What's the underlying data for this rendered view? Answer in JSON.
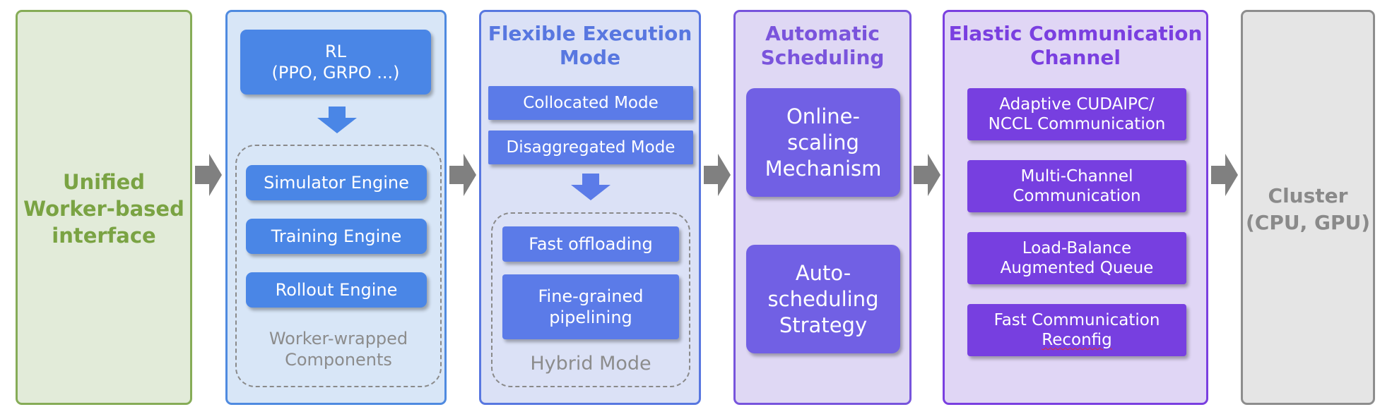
{
  "panel_unified": {
    "text": "Unified\nWorker-based\ninterface"
  },
  "panel_components": {
    "rl_box": "RL\n(PPO, GRPO ...)",
    "engines": [
      "Simulator Engine",
      "Training Engine",
      "Rollout Engine"
    ],
    "group_label": "Worker-wrapped\nComponents"
  },
  "panel_execution": {
    "title": "Flexible Execution\nMode",
    "modes": [
      "Collocated Mode",
      "Disaggregated Mode"
    ],
    "hybrid_items": [
      "Fast offloading",
      "Fine-grained\npipelining"
    ],
    "group_label": "Hybrid Mode"
  },
  "panel_scheduling": {
    "title": "Automatic\nScheduling",
    "items": [
      "Online-\nscaling\nMechanism",
      "Auto-\nscheduling\nStrategy"
    ]
  },
  "panel_communication": {
    "title": "Elastic Communication\nChannel",
    "items": [
      "Adaptive CUDAIPC/\nNCCL Communication",
      "Multi-Channel\nCommunication",
      "Load-Balance\nAugmented Queue"
    ],
    "last_item_line1": "Fast Communication",
    "last_item_line2": "Reconfig"
  },
  "panel_cluster": {
    "text": "Cluster\n(CPU, GPU)"
  },
  "colors": {
    "unified": "#86ac57",
    "components": "#4a86e6",
    "execution": "#5b7be8",
    "scheduling": "#7160e4",
    "communication": "#773fe0",
    "cluster": "#8d8d8d",
    "arrow": "#808080"
  }
}
